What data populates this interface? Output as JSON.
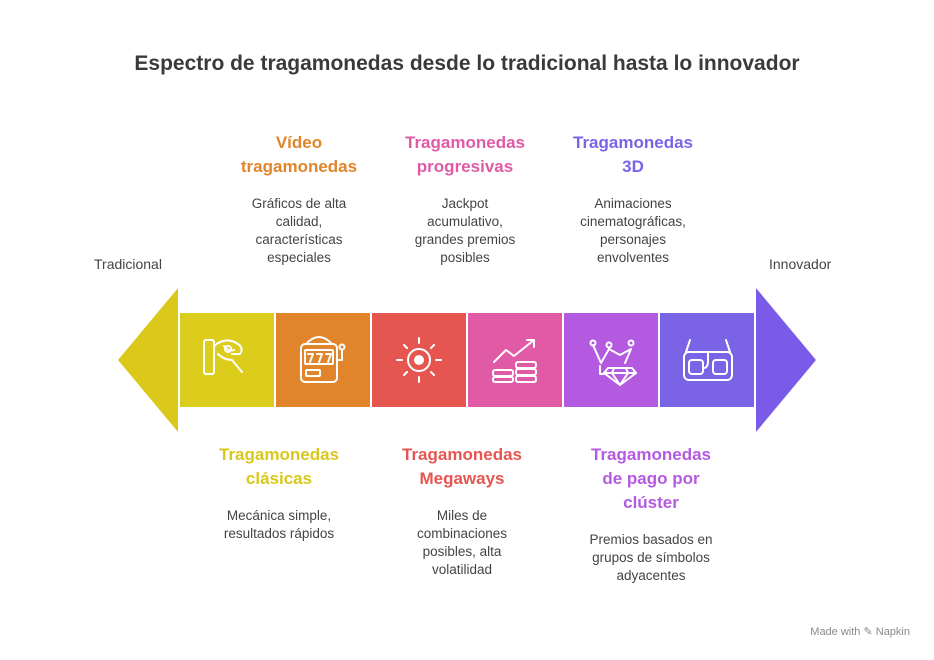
{
  "title": "Espectro de tragamonedas desde lo tradicional hasta lo innovador",
  "ends": {
    "left": "Tradicional",
    "right": "Innovador"
  },
  "colors": {
    "arrow_left": "#dcc81a",
    "arrow_right": "#7a5ae8"
  },
  "segments": [
    {
      "name": "clasicas",
      "color": "#dccd1c",
      "icon": "hand-lever-icon",
      "title_lines": [
        "Tragamonedas",
        "clásicas"
      ],
      "desc_lines": [
        "Mecánica simple,",
        "resultados rápidos"
      ]
    },
    {
      "name": "video",
      "color": "#e0852b",
      "icon": "slot-machine-icon",
      "title_lines": [
        "Vídeo",
        "tragamonedas"
      ],
      "desc_lines": [
        "Gráficos de alta",
        "calidad,",
        "características",
        "especiales"
      ]
    },
    {
      "name": "megaways",
      "color": "#e55651",
      "icon": "virus-gear-icon",
      "title_lines": [
        "Tragamonedas",
        "Megaways"
      ],
      "desc_lines": [
        "Miles de",
        "combinaciones",
        "posibles, alta",
        "volatilidad"
      ]
    },
    {
      "name": "progresivas",
      "color": "#e05aa6",
      "icon": "coins-growth-icon",
      "title_lines": [
        "Tragamonedas",
        "progresivas"
      ],
      "desc_lines": [
        "Jackpot",
        "acumulativo,",
        "grandes premios",
        "posibles"
      ]
    },
    {
      "name": "cluster",
      "color": "#b45ae0",
      "icon": "crown-diamond-icon",
      "title_lines": [
        "Tragamonedas",
        "de pago por",
        "clúster"
      ],
      "desc_lines": [
        "Premios basados en",
        "grupos de símbolos",
        "adyacentes"
      ]
    },
    {
      "name": "3d",
      "color": "#7b63e6",
      "icon": "3d-glasses-icon",
      "title_lines": [
        "Tragamonedas",
        "3D"
      ],
      "desc_lines": [
        "Animaciones",
        "cinematográficas,",
        "personajes",
        "envolventes"
      ]
    }
  ],
  "footer": "Made with ✎ Napkin"
}
